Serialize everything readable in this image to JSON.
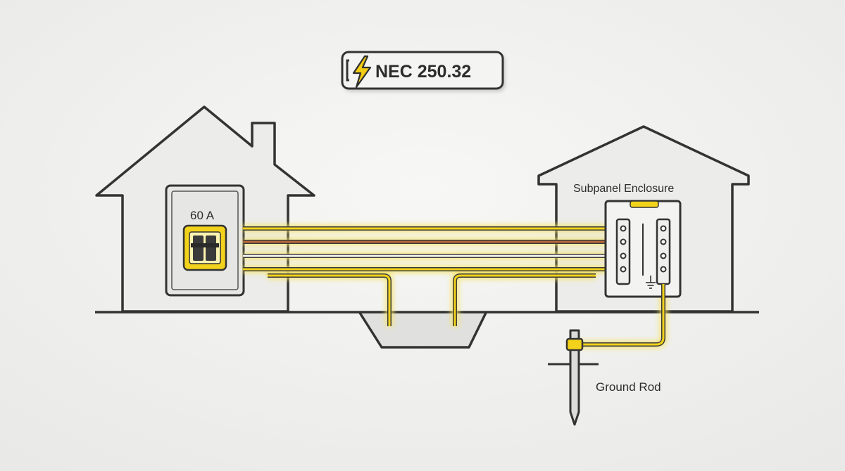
{
  "badge": {
    "text": "NEC 250.32",
    "icon": "lightning-bolt-icon"
  },
  "main_panel": {
    "breaker_rating": "60 A"
  },
  "subpanel": {
    "title": "Subpanel Enclosure"
  },
  "ground_rod": {
    "label": "Ground Rod"
  },
  "colors": {
    "background": "#f2f2f0",
    "outline": "#3a3a3a",
    "house_fill": "#ececea",
    "highlight_yellow": "#f2d21a",
    "glow": "#fbef8a",
    "copper": "#b86a3a",
    "neutral_wire": "#f8f7ef"
  }
}
